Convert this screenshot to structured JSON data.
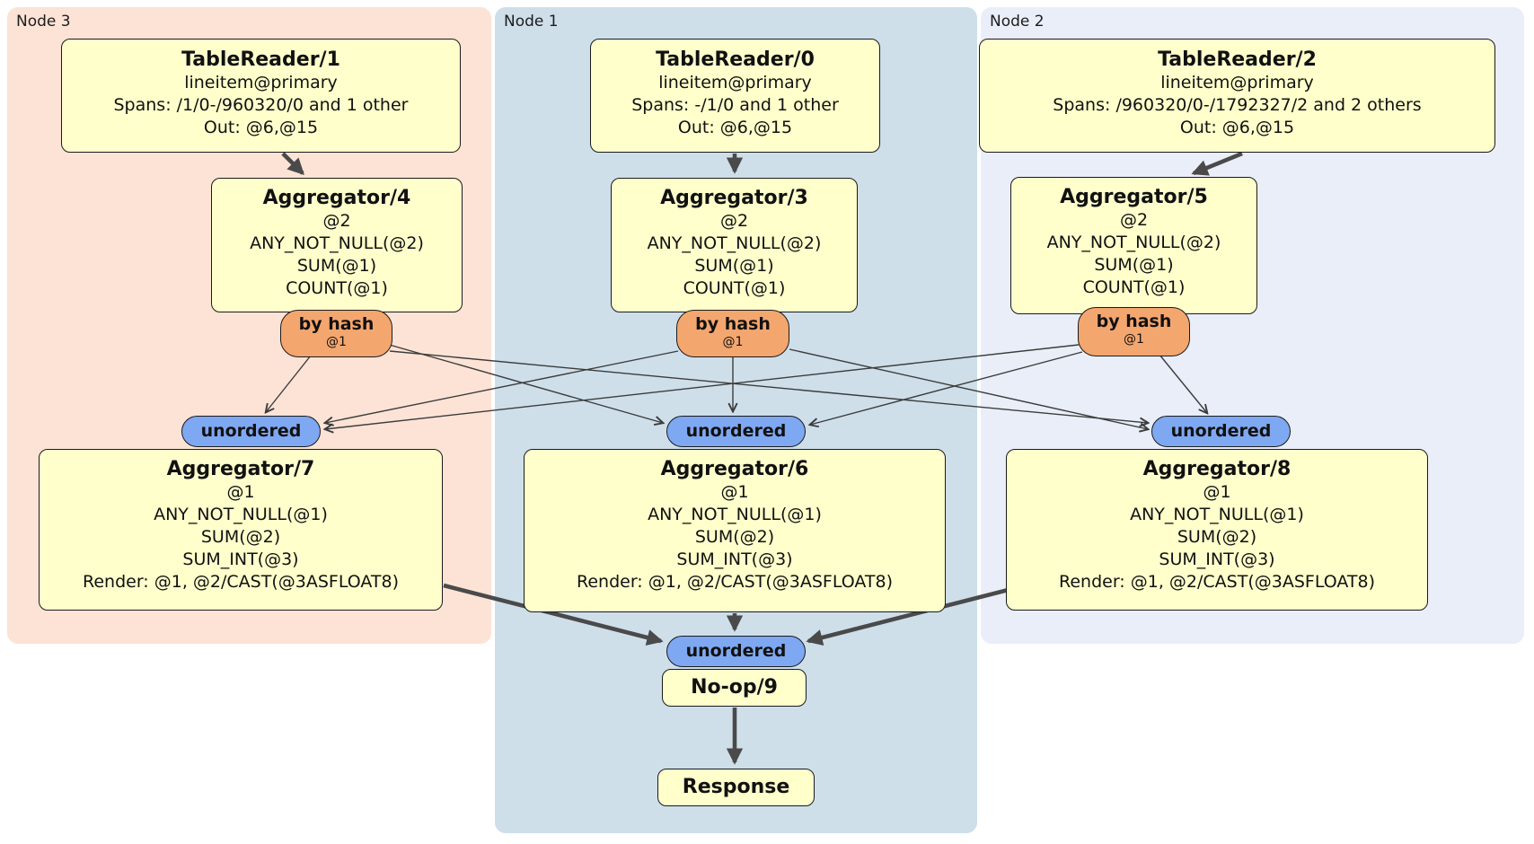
{
  "colors": {
    "node3-bg": "#FCE3D6",
    "node1-bg": "#CEDFEA",
    "node2-bg": "#E9EEF9",
    "box-bg": "#FFFFCC",
    "box-border": "#1A1A1A",
    "router-bg": "#F4A66F",
    "sync-bg": "#7FA8F2",
    "edge": "#4A4A4A",
    "edge-thin": "#3C3C3C"
  },
  "nodes": [
    {
      "label": "Node 3",
      "table_reader": {
        "title": "TableReader/1",
        "table": "lineitem@primary",
        "spans": "Spans: /1/0-/960320/0 and 1 other",
        "out": "Out: @6,@15"
      },
      "pre_aggregator": {
        "title": "Aggregator/4",
        "lines": [
          "@2",
          "ANY_NOT_NULL(@2)",
          "SUM(@1)",
          "COUNT(@1)"
        ]
      },
      "router": {
        "label": "by hash",
        "detail": "@1"
      },
      "stream_sync": {
        "label": "unordered"
      },
      "final_aggregator": {
        "title": "Aggregator/7",
        "lines": [
          "@1",
          "ANY_NOT_NULL(@1)",
          "SUM(@2)",
          "SUM_INT(@3)",
          "Render: @1, @2/CAST(@3ASFLOAT8)"
        ]
      }
    },
    {
      "label": "Node 1",
      "table_reader": {
        "title": "TableReader/0",
        "table": "lineitem@primary",
        "spans": "Spans: -/1/0 and 1 other",
        "out": "Out: @6,@15"
      },
      "pre_aggregator": {
        "title": "Aggregator/3",
        "lines": [
          "@2",
          "ANY_NOT_NULL(@2)",
          "SUM(@1)",
          "COUNT(@1)"
        ]
      },
      "router": {
        "label": "by hash",
        "detail": "@1"
      },
      "stream_sync": {
        "label": "unordered"
      },
      "final_aggregator": {
        "title": "Aggregator/6",
        "lines": [
          "@1",
          "ANY_NOT_NULL(@1)",
          "SUM(@2)",
          "SUM_INT(@3)",
          "Render: @1, @2/CAST(@3ASFLOAT8)"
        ]
      },
      "final_sync": {
        "label": "unordered"
      },
      "noop": {
        "title": "No-op/9"
      },
      "response": {
        "title": "Response"
      }
    },
    {
      "label": "Node 2",
      "table_reader": {
        "title": "TableReader/2",
        "table": "lineitem@primary",
        "spans": "Spans: /960320/0-/1792327/2 and 2 others",
        "out": "Out: @6,@15"
      },
      "pre_aggregator": {
        "title": "Aggregator/5",
        "lines": [
          "@2",
          "ANY_NOT_NULL(@2)",
          "SUM(@1)",
          "COUNT(@1)"
        ]
      },
      "router": {
        "label": "by hash",
        "detail": "@1"
      },
      "stream_sync": {
        "label": "unordered"
      },
      "final_aggregator": {
        "title": "Aggregator/8",
        "lines": [
          "@1",
          "ANY_NOT_NULL(@1)",
          "SUM(@2)",
          "SUM_INT(@3)",
          "Render: @1, @2/CAST(@3ASFLOAT8)"
        ]
      }
    }
  ]
}
